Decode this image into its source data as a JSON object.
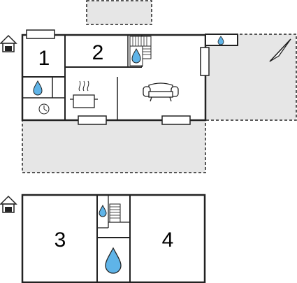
{
  "floor_plan": {
    "ground_floor": {
      "rooms": [
        {
          "number": "1",
          "type": "bedroom"
        },
        {
          "number": "2",
          "type": "bedroom"
        }
      ],
      "icons": [
        "house-entrance-icon",
        "bathroom-drop-icon",
        "washing-machine-icon",
        "kitchen-pot-icon",
        "armchair-icon",
        "staircase-icon",
        "terrace-drop-icon",
        "compass-north-arrow-icon"
      ],
      "terraces": [
        "top-terrace",
        "right-terrace",
        "bottom-terrace"
      ]
    },
    "upper_floor": {
      "rooms": [
        {
          "number": "3",
          "type": "bedroom"
        },
        {
          "number": "4",
          "type": "bedroom"
        }
      ],
      "icons": [
        "house-entrance-icon",
        "bathroom-drop-icon",
        "staircase-icon",
        "large-bathroom-drop-icon"
      ]
    },
    "colors": {
      "wall": "#222222",
      "terrace_fill": "#e6e6e6",
      "water_drop": "#5fb4e8",
      "fixture_fill": "#ffffff"
    }
  }
}
